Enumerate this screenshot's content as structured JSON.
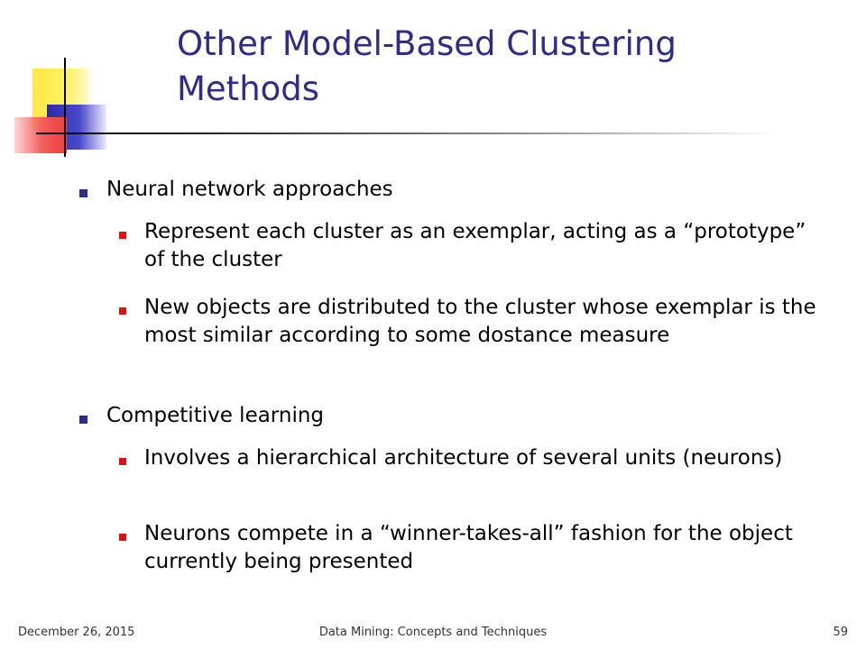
{
  "slide": {
    "title": "Other Model-Based Clustering Methods",
    "bullets": [
      {
        "level": 1,
        "text": "Neural network approaches"
      },
      {
        "level": 2,
        "text": "Represent each cluster as an exemplar, acting as a “prototype” of the cluster"
      },
      {
        "level": 2,
        "text": "New objects are distributed to the cluster whose exemplar is the most similar according to some dostance measure"
      },
      {
        "level": 1,
        "text": "Competitive learning"
      },
      {
        "level": 2,
        "text": "Involves a hierarchical architecture of several units (neurons)"
      },
      {
        "level": 2,
        "text": "Neurons compete in  a “winner-takes-all” fashion for the object currently being presented"
      }
    ]
  },
  "footer": {
    "date": "December 26, 2015",
    "center": "Data Mining: Concepts and Techniques",
    "page": "59"
  },
  "colors": {
    "title": "#2c2c8c",
    "bullet_level1": "#2c2c8c",
    "bullet_level2": "#e01010"
  }
}
